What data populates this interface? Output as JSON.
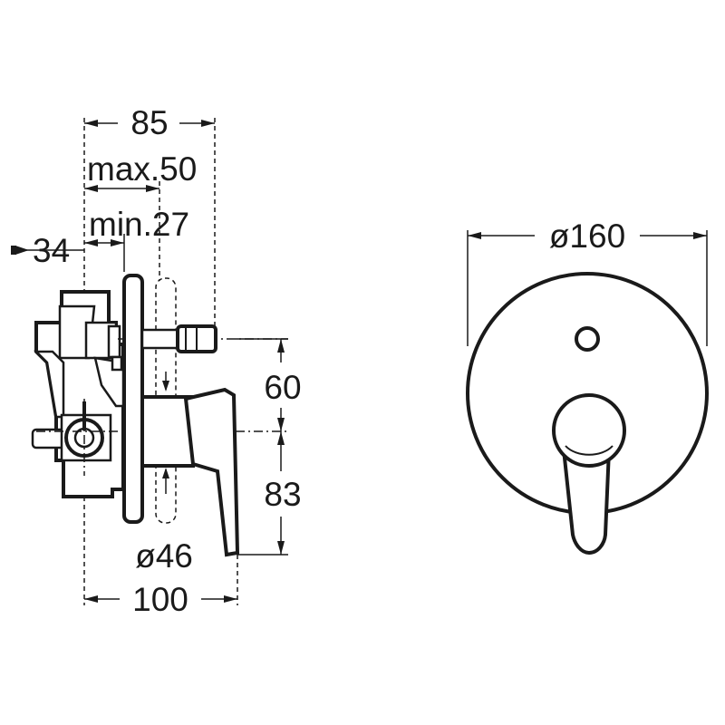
{
  "drawing": {
    "side_view": {
      "dim_width_overall_top": "85",
      "dim_max_depth": "max.50",
      "dim_min_depth": "min.27",
      "dim_offset_left": "34",
      "dim_height_upper": "60",
      "dim_height_lower": "83",
      "dim_handle_diameter": "ø46",
      "dim_width_overall_bottom": "100"
    },
    "front_view": {
      "dim_plate_diameter": "ø160"
    }
  }
}
